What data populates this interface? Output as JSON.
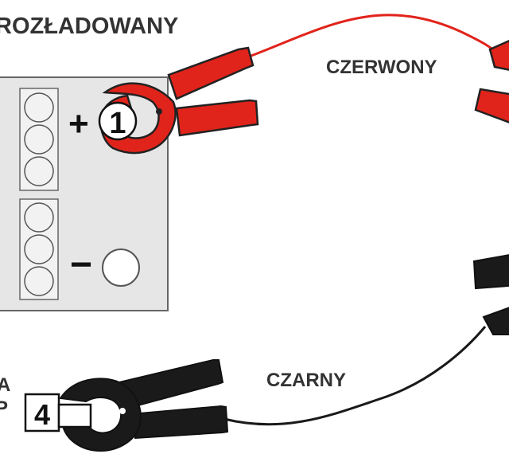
{
  "title": "ROZŁADOWANY",
  "labels": {
    "red_cable": "CZERWONY",
    "black_cable": "CZARNY",
    "partial_left_top": "A",
    "partial_left_bottom": "P"
  },
  "terminals": {
    "positive_sign": "+",
    "negative_sign": "−",
    "step_positive": "1",
    "step_ground": "4"
  },
  "colors": {
    "red": "#e1241b",
    "black": "#1a1a1a",
    "battery_fill": "#e6e6e6",
    "outline": "#666666",
    "text": "#333333"
  },
  "icons": {
    "red_clamp": "crocodile-clip-red",
    "black_clamp": "crocodile-clip-black"
  }
}
